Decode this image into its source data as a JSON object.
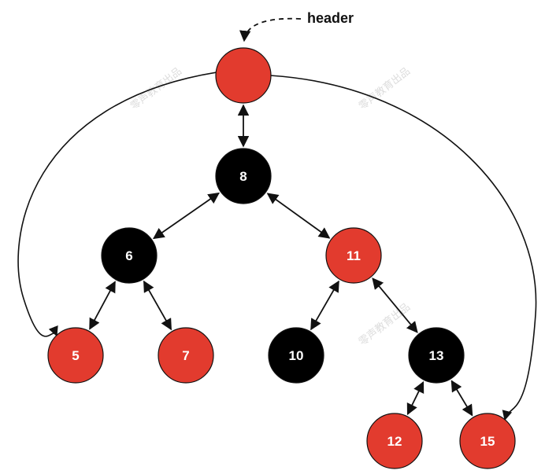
{
  "header_label": "header",
  "colors": {
    "red_node": "#e23b2e",
    "black_node": "#000000",
    "edge": "#111111",
    "label": "#ffffff"
  },
  "nodes": [
    {
      "id": "header-node",
      "label": "",
      "color": "red"
    },
    {
      "id": "n8",
      "label": "8",
      "color": "black"
    },
    {
      "id": "n6",
      "label": "6",
      "color": "black"
    },
    {
      "id": "n11",
      "label": "11",
      "color": "red"
    },
    {
      "id": "n5",
      "label": "5",
      "color": "red"
    },
    {
      "id": "n7",
      "label": "7",
      "color": "red"
    },
    {
      "id": "n10",
      "label": "10",
      "color": "black"
    },
    {
      "id": "n13",
      "label": "13",
      "color": "black"
    },
    {
      "id": "n12",
      "label": "12",
      "color": "red"
    },
    {
      "id": "n15",
      "label": "15",
      "color": "red"
    }
  ],
  "edges": [
    {
      "from": "header-node",
      "to": "n8",
      "type": "bidirectional"
    },
    {
      "from": "n8",
      "to": "n6",
      "type": "bidirectional"
    },
    {
      "from": "n8",
      "to": "n11",
      "type": "bidirectional"
    },
    {
      "from": "n6",
      "to": "n5",
      "type": "bidirectional"
    },
    {
      "from": "n6",
      "to": "n7",
      "type": "bidirectional"
    },
    {
      "from": "n11",
      "to": "n10",
      "type": "bidirectional"
    },
    {
      "from": "n11",
      "to": "n13",
      "type": "bidirectional"
    },
    {
      "from": "n13",
      "to": "n12",
      "type": "bidirectional"
    },
    {
      "from": "n13",
      "to": "n15",
      "type": "bidirectional"
    },
    {
      "from": "header-node",
      "to": "n5",
      "type": "curve-leftmost"
    },
    {
      "from": "header-node",
      "to": "n15",
      "type": "curve-rightmost"
    }
  ],
  "watermark_text": "零声教育出品"
}
